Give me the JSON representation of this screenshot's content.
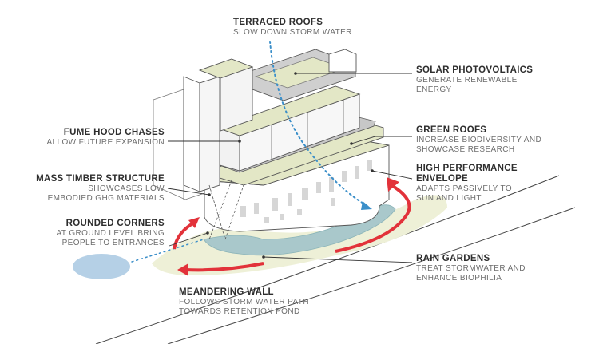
{
  "labels": {
    "terraced_roofs": {
      "title": "TERRACED ROOFS",
      "desc": [
        "SLOW DOWN STORM WATER"
      ]
    },
    "solar_pv": {
      "title": "SOLAR PHOTOVOLTAICS",
      "desc": [
        "GENERATE RENEWABLE",
        "ENERGY"
      ]
    },
    "fume_hood": {
      "title": "FUME HOOD CHASES",
      "desc": [
        "ALLOW FUTURE EXPANSION"
      ]
    },
    "green_roofs": {
      "title": "GREEN ROOFS",
      "desc": [
        "INCREASE BIODIVERSITY AND",
        "SHOWCASE RESEARCH"
      ]
    },
    "mass_timber": {
      "title": "MASS TIMBER STRUCTURE",
      "desc": [
        "SHOWCASES LOW",
        "EMBODIED GHG MATERIALS"
      ]
    },
    "envelope": {
      "title": [
        "HIGH PERFORMANCE",
        "ENVELOPE"
      ],
      "desc": [
        "ADAPTS PASSIVELY TO",
        "SUN AND LIGHT"
      ]
    },
    "rounded_corners": {
      "title": "ROUNDED CORNERS",
      "desc": [
        "AT GROUND LEVEL BRING",
        "PEOPLE TO ENTRANCES"
      ]
    },
    "rain_gardens": {
      "title": "RAIN GARDENS",
      "desc": [
        "TREAT STORMWATER AND",
        "ENHANCE BIOPHILIA"
      ]
    },
    "meandering_wall": {
      "title": "MEANDERING WALL",
      "desc": [
        "FOLLOWS STORM WATER PATH",
        "TOWARDS RETENTION POND"
      ]
    }
  },
  "colors": {
    "roof_green": "#e3e7c6",
    "glass": "#f4f4f4",
    "base": "#ffffff",
    "rain_garden": "#aac9cc",
    "pond": "#b5d0e6",
    "wall_arrow": "#e2323a",
    "water_path": "#3b8fc9",
    "leader": "#333333"
  }
}
